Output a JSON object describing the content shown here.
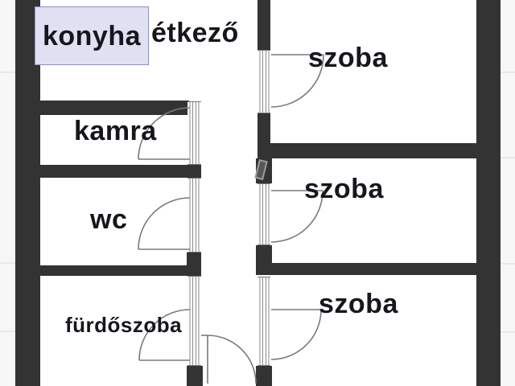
{
  "plan": {
    "title": "floor-plan",
    "rooms": [
      {
        "id": "konyha",
        "label": "konyha",
        "highlighted": true
      },
      {
        "id": "etkezo",
        "label": "étkező",
        "highlighted": false
      },
      {
        "id": "szoba-top",
        "label": "szoba",
        "highlighted": false
      },
      {
        "id": "kamra",
        "label": "kamra",
        "highlighted": false
      },
      {
        "id": "szoba-middle",
        "label": "szoba",
        "highlighted": false
      },
      {
        "id": "wc",
        "label": "wc",
        "highlighted": false
      },
      {
        "id": "szoba-bottom",
        "label": "szoba",
        "highlighted": false
      },
      {
        "id": "furdoszoba",
        "label": "fürdőszoba",
        "highlighted": false
      }
    ],
    "colors": {
      "wall": "#333333",
      "door_line": "#7a7a7a",
      "label_text": "#16161d",
      "highlight_fill": "#dfe1f3",
      "highlight_border": "#8d90c0",
      "floor": "#ffffff",
      "background": "#f7f7f7"
    }
  }
}
